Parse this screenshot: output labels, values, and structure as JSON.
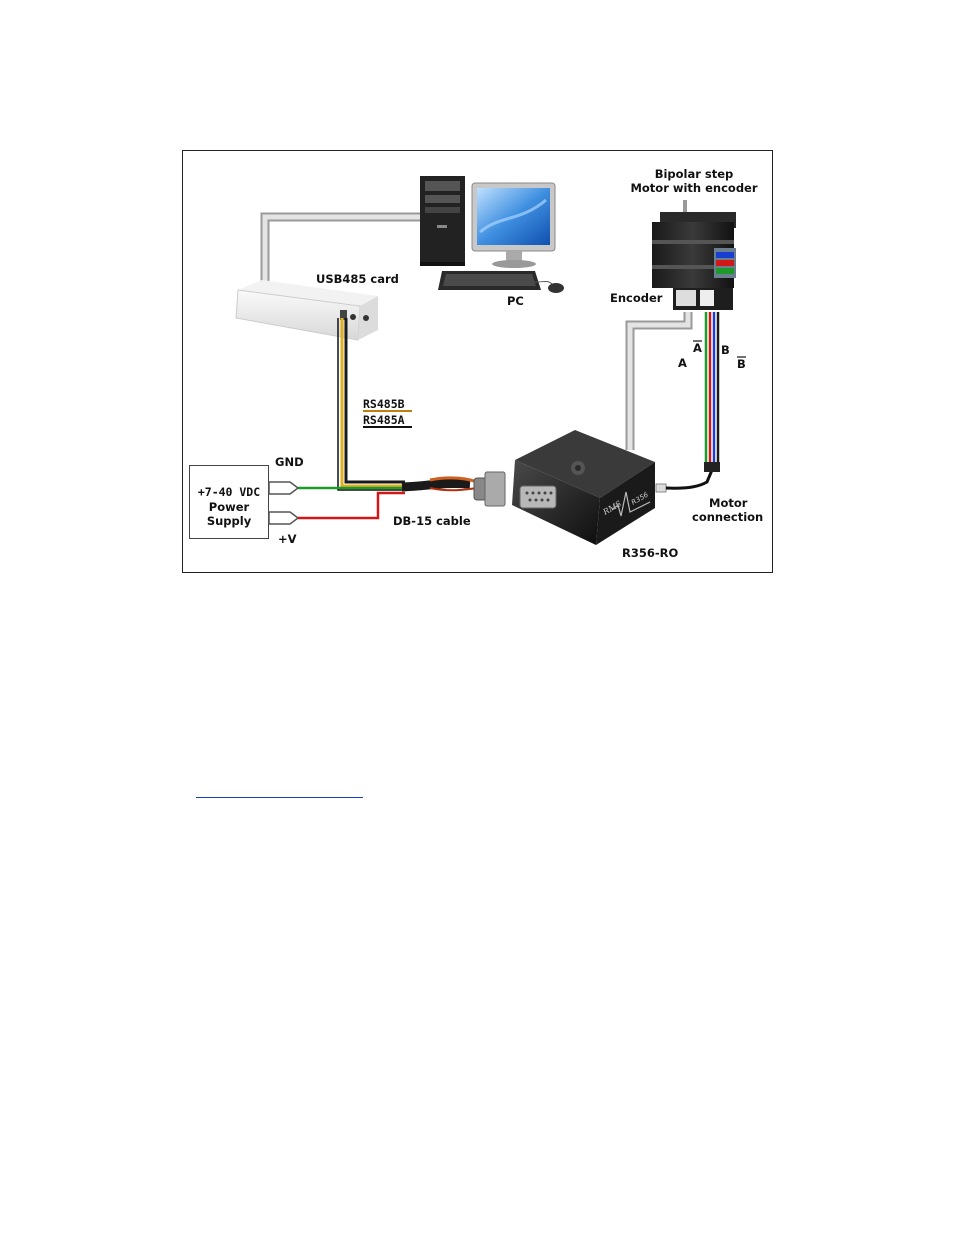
{
  "diagram": {
    "labels": {
      "motor_title_1": "Bipolar step",
      "motor_title_2": "Motor with encoder",
      "usb_card": "USB485 card",
      "pc": "PC",
      "encoder": "Encoder",
      "phase_a": "A",
      "phase_a_bar": "A",
      "phase_b": "B",
      "phase_b_bar": "B",
      "rs485b": "RS485B",
      "rs485a": "RS485A",
      "gnd": "GND",
      "plus_v": "+V",
      "power_1": "+7-40 VDC",
      "power_2": "Power",
      "power_3": "Supply",
      "db15": "DB-15 cable",
      "motor_conn_1": "Motor",
      "motor_conn_2": "connection",
      "controller": "R356-RO",
      "controller_brand": "RMS",
      "controller_model": "R356"
    },
    "wire_colors": {
      "gnd": "#1e9a2a",
      "plus_v": "#d01818",
      "rs485a": "#1a1a1a",
      "rs485b": "#e0b020",
      "phase_a": "#1e9a2a",
      "phase_a_bar": "#d01818",
      "phase_b": "#1a3fd0",
      "phase_b_bar": "#1a1a1a"
    }
  }
}
